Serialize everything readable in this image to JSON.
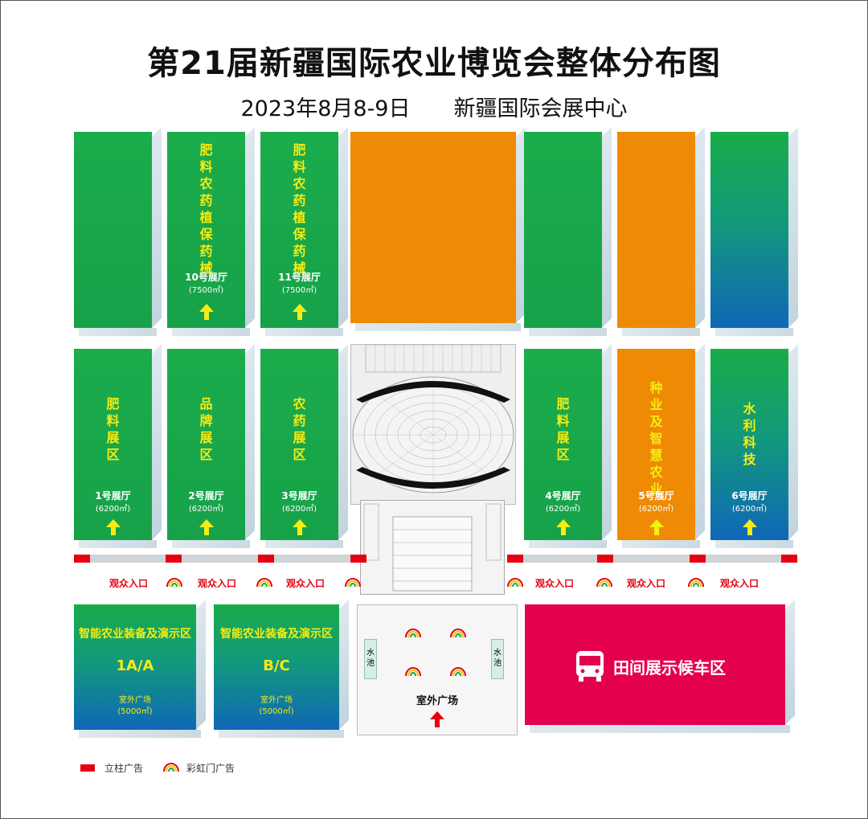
{
  "title": "第21届新疆国际农业博览会整体分布图",
  "subtitle": "2023年8月8-9日　　新疆国际会展中心",
  "colors": {
    "green": "#1bac4b",
    "orange": "#ef8a05",
    "blue": "#1067b8",
    "magenta": "#e4004f",
    "red": "#e60012",
    "yellow": "#f5ec14"
  },
  "halls_top": [
    {
      "id": "blank1",
      "color": "green"
    },
    {
      "id": "h10",
      "label": "肥料农药植保药械",
      "name": "10号展厅",
      "area": "(7500㎡)",
      "color": "green"
    },
    {
      "id": "h11",
      "label": "肥料农药植保药械",
      "name": "11号展厅",
      "area": "(7500㎡)",
      "color": "green"
    },
    {
      "id": "center",
      "color": "orange"
    },
    {
      "id": "blank2",
      "color": "green"
    },
    {
      "id": "blank3",
      "color": "orange"
    },
    {
      "id": "blank4",
      "color": "green-blue"
    }
  ],
  "halls_mid": [
    {
      "id": "h1",
      "label": "肥料展区",
      "name": "1号展厅",
      "area": "(6200㎡)"
    },
    {
      "id": "h2",
      "label": "品牌展区",
      "name": "2号展厅",
      "area": "(6200㎡)"
    },
    {
      "id": "h3",
      "label": "农药展区",
      "name": "3号展厅",
      "area": "(6200㎡)"
    },
    {
      "id": "h4",
      "label": "肥料展区",
      "name": "4号展厅",
      "area": "(6200㎡)"
    },
    {
      "id": "h5",
      "label": "种业及智慧农业",
      "name": "5号展厅",
      "area": "(6200㎡)"
    },
    {
      "id": "h6",
      "label": "水利科技",
      "name": "6号展厅",
      "area": "(6200㎡)"
    }
  ],
  "entry_label": "观众入口",
  "zones": [
    {
      "title": "智能农业装备及演示区",
      "code": "1A/A",
      "sub": "室外广场",
      "area": "(5000㎡)"
    },
    {
      "title": "智能农业装备及演示区",
      "code": "B/C",
      "sub": "室外广场",
      "area": "(5000㎡)"
    }
  ],
  "plaza": {
    "label": "室外广场",
    "pool": "水池"
  },
  "waiting": {
    "label": "田间展示候车区",
    "icon": "bus-icon"
  },
  "legend": [
    {
      "icon": "pillar-ad-icon",
      "label": "立柱广告"
    },
    {
      "icon": "rainbow-arch-icon",
      "label": "彩虹门广告"
    }
  ]
}
